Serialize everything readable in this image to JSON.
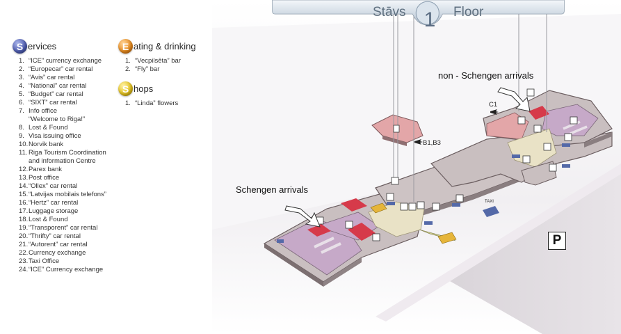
{
  "floor": {
    "left_word": "Stāvs",
    "number": "1",
    "right_word": "Floor"
  },
  "legend": {
    "services": {
      "badge": "S",
      "title_rest": "ervices",
      "items": [
        {
          "n": "1.",
          "t": "“ICE” currency exchange"
        },
        {
          "n": "2.",
          "t": "“Europecar” car rental"
        },
        {
          "n": "3.",
          "t": "“Avis” car rental"
        },
        {
          "n": "4.",
          "t": "“National” car rental"
        },
        {
          "n": "5.",
          "t": "“Budget” car rental"
        },
        {
          "n": "6.",
          "t": "“SIXT” car rental"
        },
        {
          "n": "7.",
          "t": "Info office"
        },
        {
          "n": "",
          "t": "“Welcome to Riga!”"
        },
        {
          "n": "8.",
          "t": "Lost & Found"
        },
        {
          "n": "9.",
          "t": "Visa issuing office"
        },
        {
          "n": "10.",
          "t": "Norvik bank"
        },
        {
          "n": "11.",
          "t": "Riga Tourism Coordination"
        },
        {
          "n": "",
          "t": "and information Centre"
        },
        {
          "n": "12.",
          "t": "Parex bank"
        },
        {
          "n": "13.",
          "t": "Post office"
        },
        {
          "n": "14.",
          "t": "“Ollex” car rental"
        },
        {
          "n": "15.",
          "t": "“Latvijas mobilais telefons”"
        },
        {
          "n": "16.",
          "t": "“Hertz” car rental"
        },
        {
          "n": "17.",
          "t": "Luggage storage"
        },
        {
          "n": "18.",
          "t": "Lost & Found"
        },
        {
          "n": "19.",
          "t": "“Transporent” car rental"
        },
        {
          "n": "20.",
          "t": "“Thrifty” car rental"
        },
        {
          "n": "21.",
          "t": "“Autorent” car rental"
        },
        {
          "n": "22.",
          "t": "Currency exchange"
        },
        {
          "n": "23.",
          "t": "Taxi Office"
        },
        {
          "n": "24.",
          "t": "“ICE” Currency exchange"
        }
      ]
    },
    "eating": {
      "badge": "E",
      "title_rest": "ating & drinking",
      "items": [
        {
          "n": "1.",
          "t": "“Vecpilsēta” bar"
        },
        {
          "n": "2.",
          "t": "“Fly” bar"
        }
      ]
    },
    "shops": {
      "badge": "S",
      "title_rest": "hops",
      "items": [
        {
          "n": "1.",
          "t": "“Linda” flowers"
        }
      ]
    }
  },
  "map": {
    "schengen_label": "Schengen arrivals",
    "non_schengen_label": "non - Schengen arrivals",
    "gate_c1": "C1",
    "gate_b": "B1,B3",
    "parking": "P",
    "taxi": "TAXI"
  },
  "colors": {
    "floor_grey": "#c9bfc0",
    "zone_purple": "#c6a9c8",
    "zone_red": "#d63a4a",
    "zone_pink": "#e3a6a8",
    "zone_yellow": "#e9e2c6",
    "accent_blue": "#5469a8"
  }
}
